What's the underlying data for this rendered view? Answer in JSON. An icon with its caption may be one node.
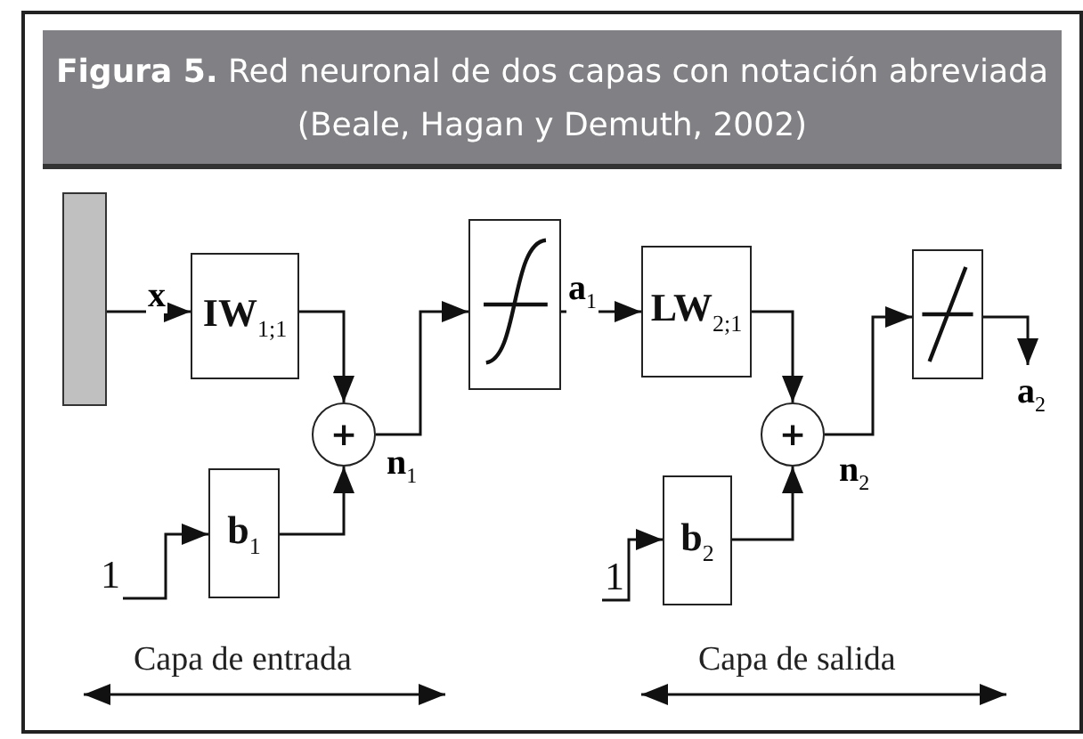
{
  "diagram": {
    "title": "**Figura 5.** Red neuronal de dos capas con notación abreviada (Beale, Hagan y Demuth, 2002)",
    "nodes": [
      {
        "text": [],
        "shape": "bar"
      },
      {
        "text": [
          "**IW**$_{1;1}$"
        ]
      },
      {
        "text": [
          "+"
        ]
      },
      {
        "text": [
          "**b**$_{1}$"
        ]
      },
      {
        "text": [
          "1"
        ]
      },
      {
        "text": [],
        "shape": "box"
      },
      {
        "text": [
          "**LW**$_{2;1}$"
        ]
      },
      {
        "text": [
          "+"
        ]
      },
      {
        "text": [
          "**b**$_{2}$"
        ]
      },
      {
        "text": [
          "1"
        ]
      },
      {
        "text": [],
        "shape": "box"
      }
    ],
    "edges": [
      {
        "from": 0,
        "to": 1,
        "arrow": "to",
        "label": "**x**"
      },
      {
        "from": 1,
        "to": 2,
        "arrow": "to"
      },
      {
        "from": 3,
        "to": 2,
        "arrow": "to"
      },
      {
        "from": 4,
        "to": 3,
        "arrow": "to"
      },
      {
        "from": 2,
        "to": 5,
        "arrow": "to",
        "label": "**n**$_{1}$"
      },
      {
        "from": 5,
        "to": 6,
        "arrow": "to",
        "label": "**a**$_{1}$"
      },
      {
        "from": 6,
        "to": 7,
        "arrow": "to"
      },
      {
        "from": 8,
        "to": 7,
        "arrow": "to"
      },
      {
        "from": 9,
        "to": 8,
        "arrow": "to"
      },
      {
        "from": 7,
        "to": 10,
        "arrow": "to",
        "label": "**n**$_{2}$"
      },
      {
        "from": 10,
        "to": null,
        "arrow": "to",
        "label": "**a**$_{2}$"
      }
    ],
    "labels": [
      "Capa de entrada",
      "Capa de salida"
    ]
  }
}
